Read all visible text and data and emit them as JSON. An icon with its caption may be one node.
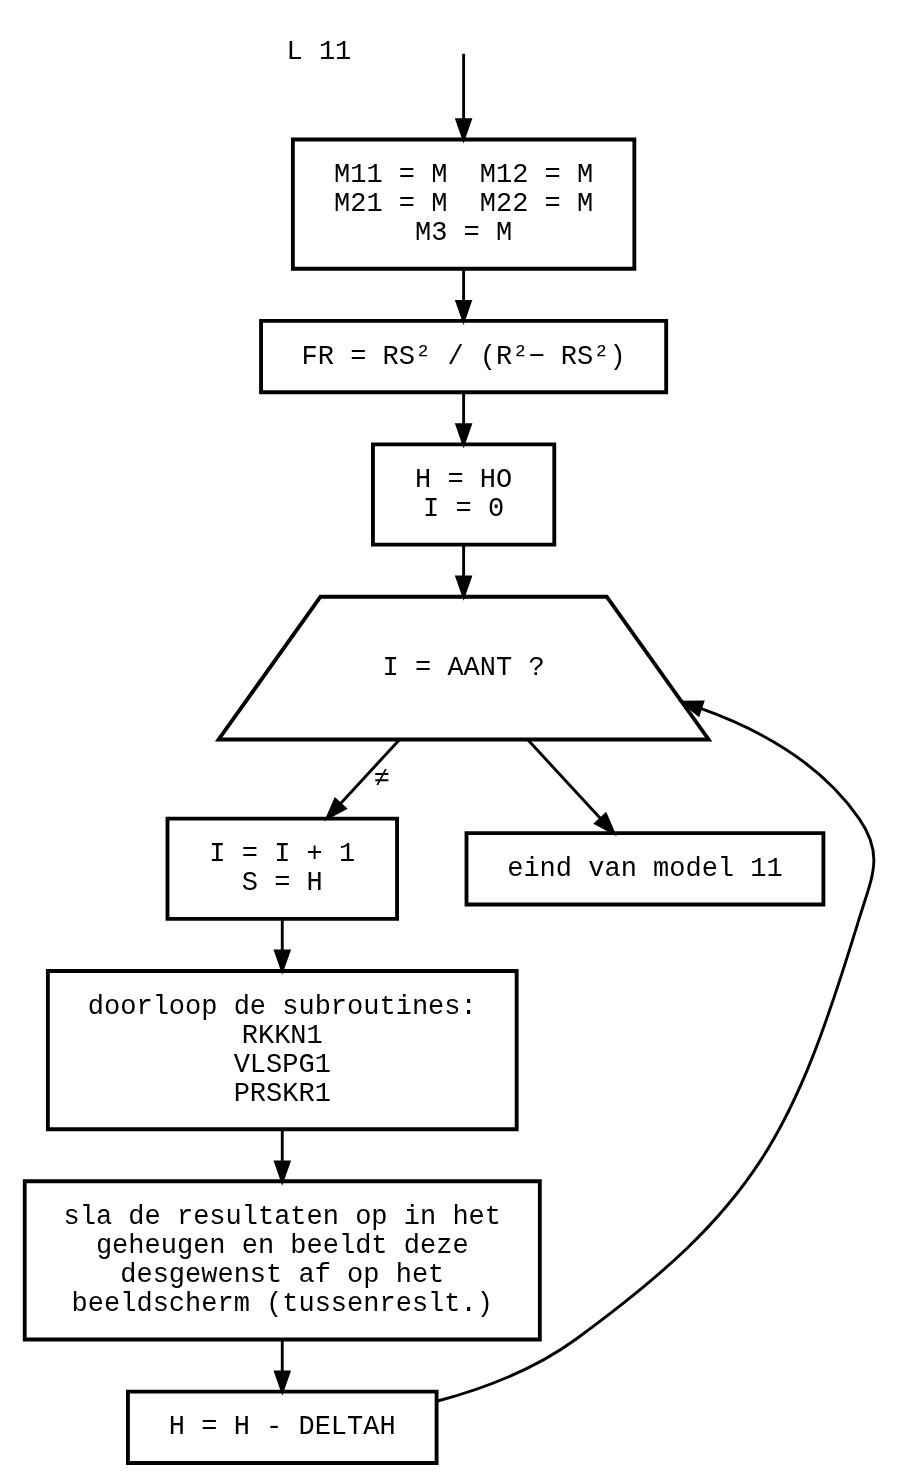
{
  "diagram": {
    "nodes": [
      {
        "text": [
          "M11 = M  M12 = M",
          "M21 = M  M22 = M",
          "M3 = M"
        ]
      },
      {
        "text": [
          "FR = RS² / (R²− RS²)"
        ]
      },
      {
        "text": [
          "H = HO",
          "I = 0"
        ]
      },
      {
        "text": [
          "I = AANT ?"
        ]
      },
      {
        "text": [
          "I = I + 1",
          "S = H"
        ]
      },
      {
        "text": [
          "doorloop de subroutines:",
          "RKKN1",
          "VLSPG1",
          "PRSKR1"
        ]
      },
      {
        "text": [
          "sla de resultaten op in het geheugen en beeldt deze desgewenst af op het beeldscherm (tussenreslt.)"
        ]
      },
      {
        "text": [
          "H = H - DELTAH"
        ]
      },
      {
        "text": [
          "eind van model 11"
        ]
      }
    ],
    "edges": [
      {
        "from": null,
        "to": 0,
        "arrow": "to"
      },
      {
        "from": 0,
        "to": 1,
        "arrow": "to"
      },
      {
        "from": 1,
        "to": 2,
        "arrow": "to"
      },
      {
        "from": 2,
        "to": 3,
        "arrow": "to"
      },
      {
        "from": 3,
        "to": 4,
        "arrow": "to",
        "label": "≠"
      },
      {
        "from": 4,
        "to": 5,
        "arrow": "to"
      },
      {
        "from": 5,
        "to": 6,
        "arrow": "to"
      },
      {
        "from": 6,
        "to": 7,
        "arrow": "to"
      },
      {
        "from": 7,
        "to": 3,
        "arrow": "to"
      },
      {
        "from": 3,
        "to": 8,
        "arrow": "to"
      }
    ],
    "labels": [
      "L 11"
    ]
  }
}
